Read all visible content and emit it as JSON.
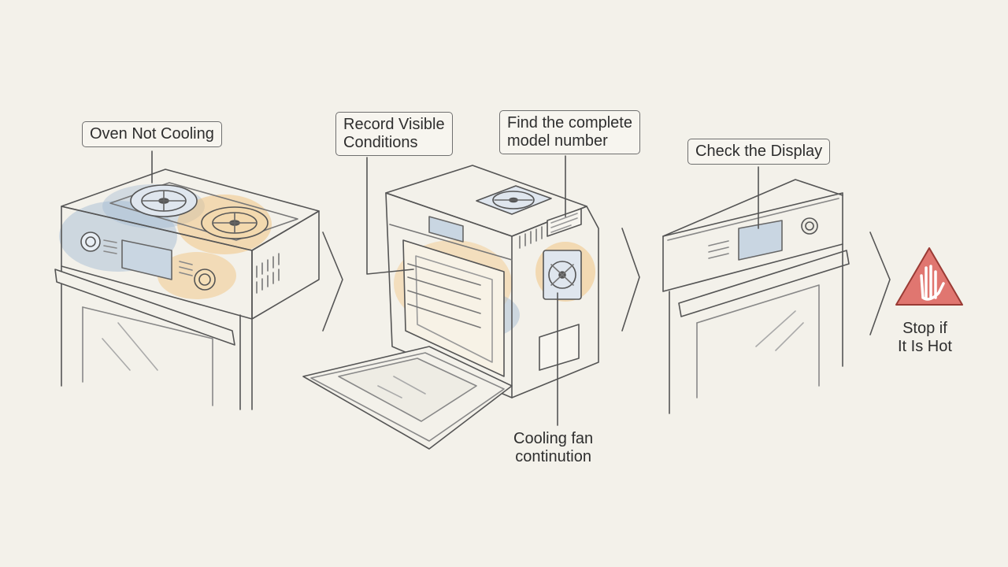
{
  "callouts": {
    "oven_not_cooling": "Oven Not Cooling",
    "record_visible_conditions": [
      "Record Visible",
      "Conditions"
    ],
    "find_model_number": [
      "Find the complete",
      "model number"
    ],
    "check_display": "Check the Display",
    "cooling_fan": [
      "Cooling fan",
      "continution"
    ],
    "stop_if_hot": [
      "Stop if",
      "It Is Hot"
    ]
  },
  "icons": {
    "step_arrow": "chevron-right-icon",
    "warning": "warning-hand-icon",
    "fan": "fan-icon"
  },
  "colors": {
    "background": "#f3f1ea",
    "line": "#555555",
    "warm_tint": "#f2c27a",
    "cool_tint": "#9fb8d3",
    "warning_fill": "#e07670",
    "warning_stroke": "#9a3b35"
  }
}
